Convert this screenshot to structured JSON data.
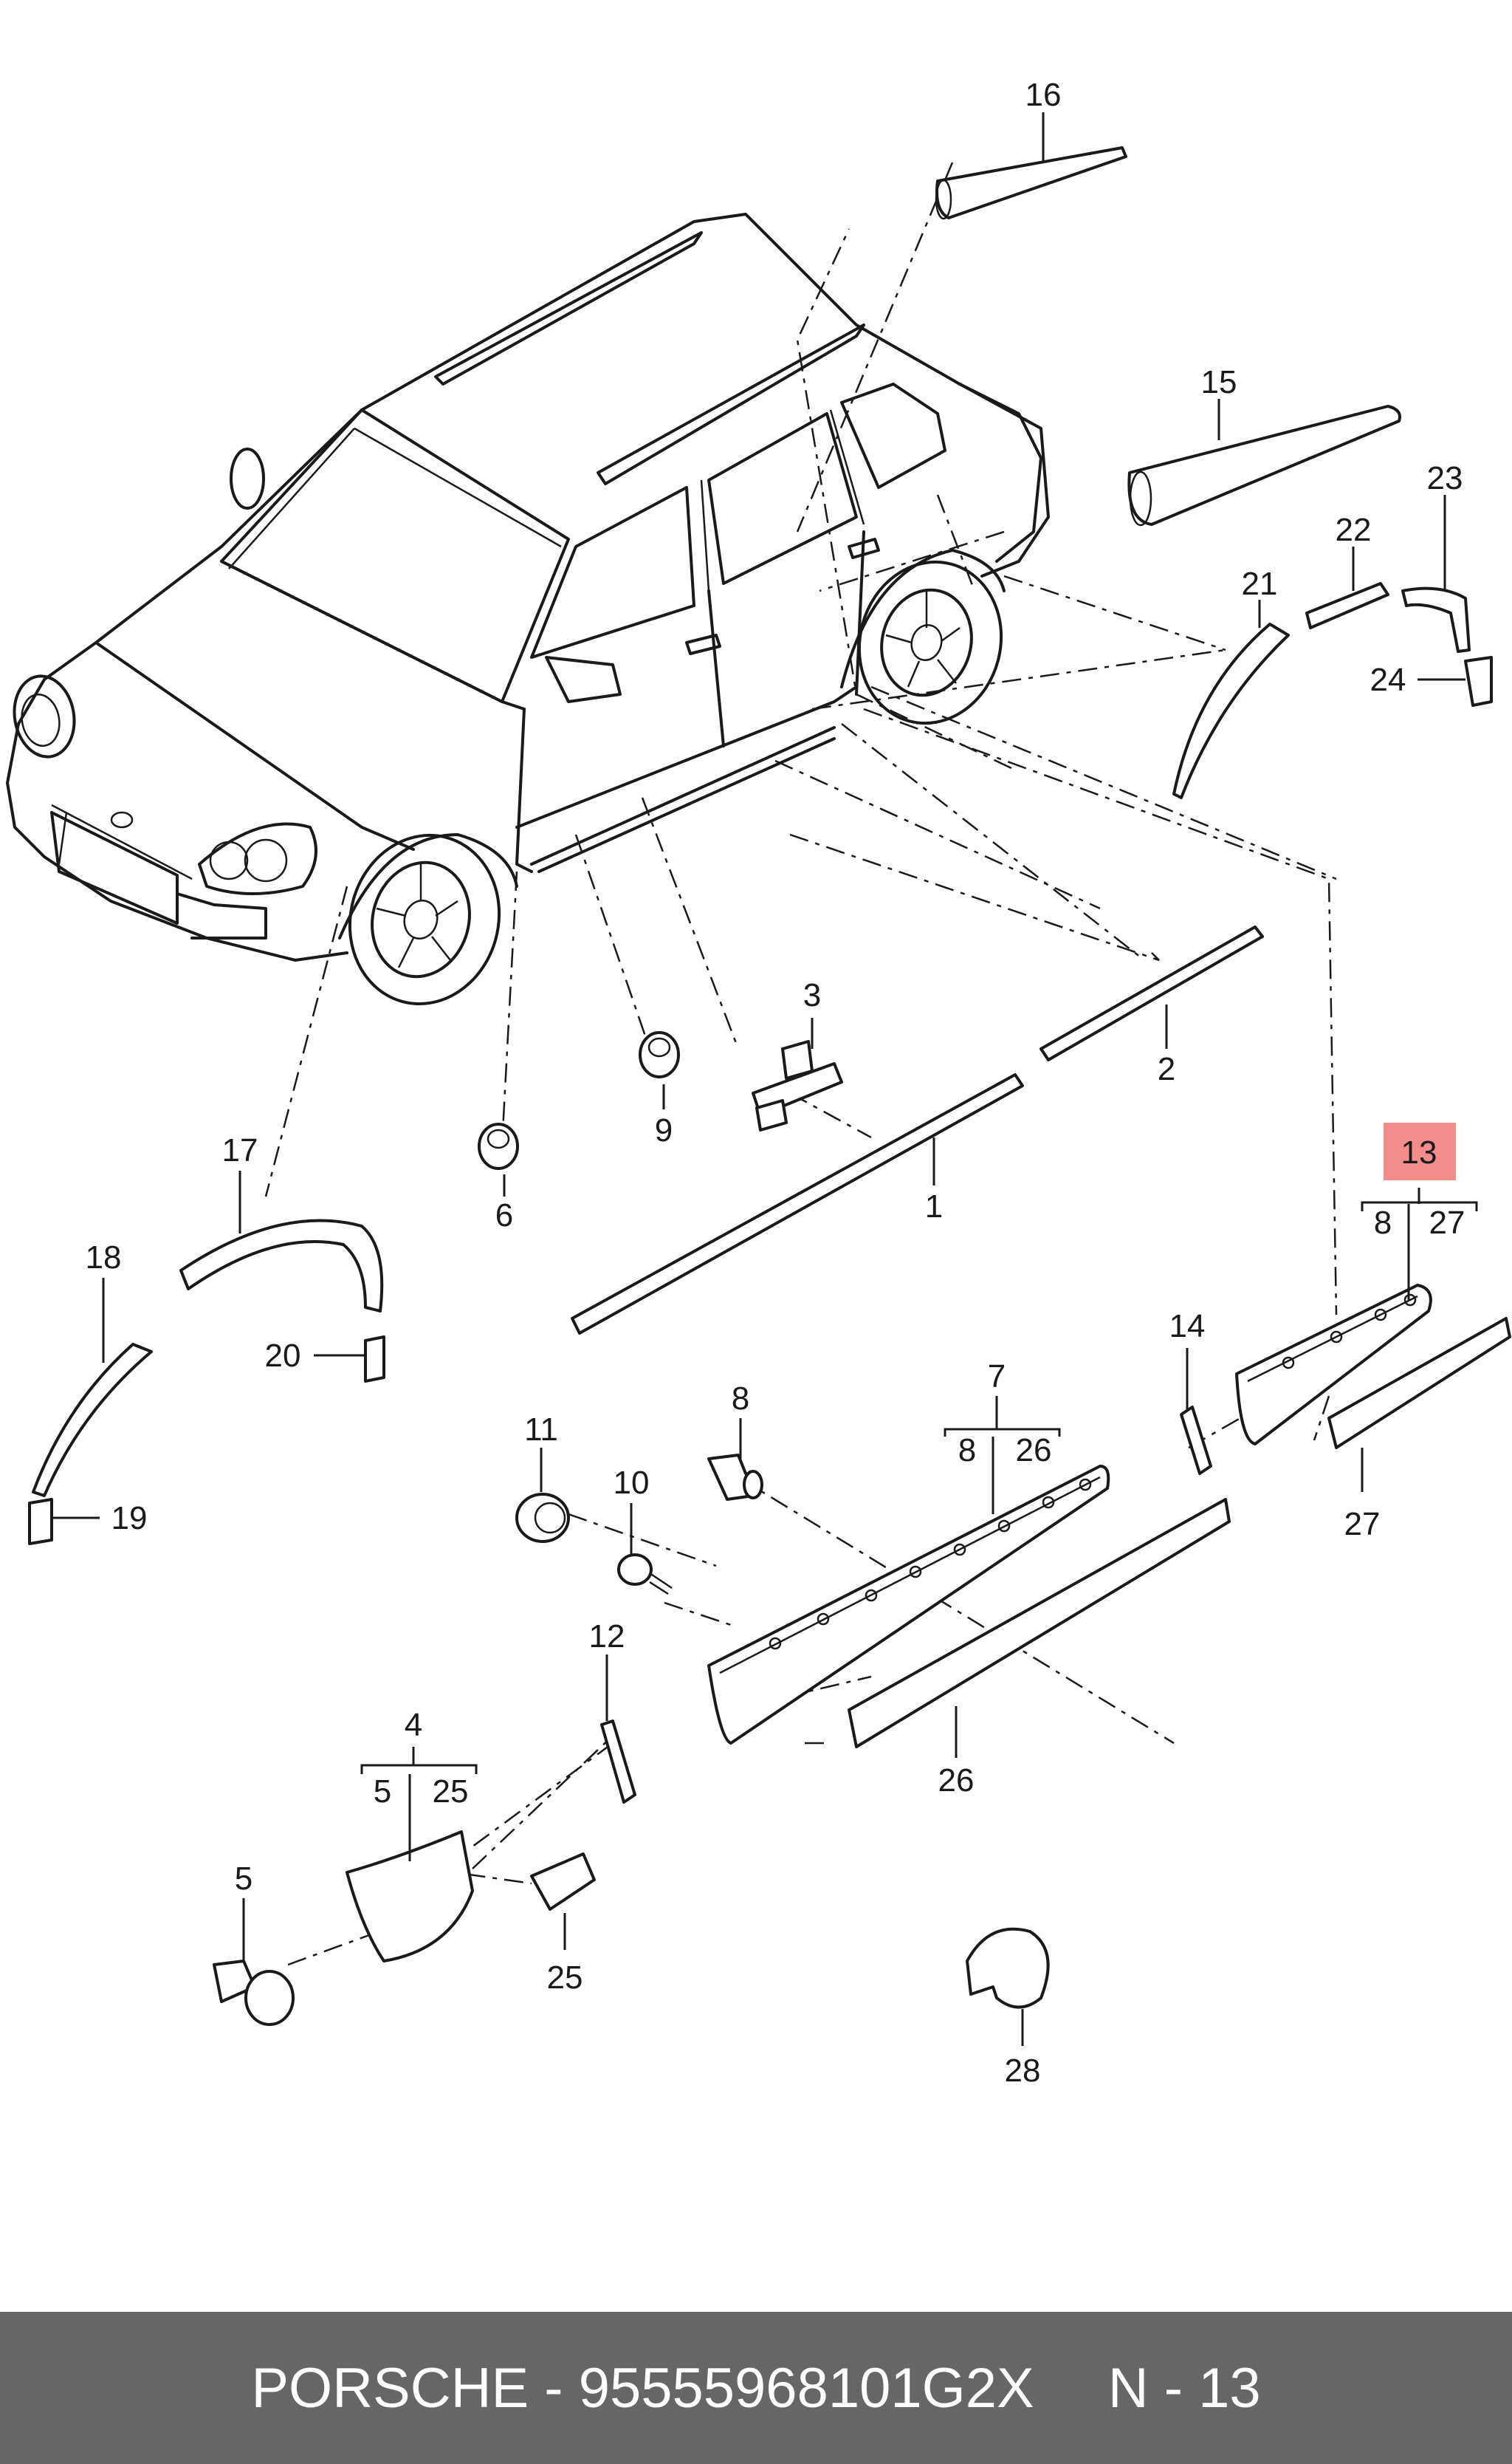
{
  "callouts": [
    {
      "id": "c1",
      "label": "1"
    },
    {
      "id": "c2",
      "label": "2"
    },
    {
      "id": "c3",
      "label": "3"
    },
    {
      "id": "c4",
      "label": "4",
      "sub": [
        "5",
        "25"
      ]
    },
    {
      "id": "c5",
      "label": "5"
    },
    {
      "id": "c6",
      "label": "6"
    },
    {
      "id": "c7",
      "label": "7",
      "sub": [
        "8",
        "26"
      ]
    },
    {
      "id": "c8",
      "label": "8"
    },
    {
      "id": "c9",
      "label": "9"
    },
    {
      "id": "c10",
      "label": "10"
    },
    {
      "id": "c11",
      "label": "11"
    },
    {
      "id": "c12",
      "label": "12"
    },
    {
      "id": "c13",
      "label": "13",
      "sub": [
        "8",
        "27"
      ],
      "highlight": "#f48c8c"
    },
    {
      "id": "c14",
      "label": "14"
    },
    {
      "id": "c15",
      "label": "15"
    },
    {
      "id": "c16",
      "label": "16"
    },
    {
      "id": "c17",
      "label": "17"
    },
    {
      "id": "c18",
      "label": "18"
    },
    {
      "id": "c19",
      "label": "19"
    },
    {
      "id": "c20",
      "label": "20"
    },
    {
      "id": "c21",
      "label": "21"
    },
    {
      "id": "c22",
      "label": "22"
    },
    {
      "id": "c23",
      "label": "23"
    },
    {
      "id": "c24",
      "label": "24"
    },
    {
      "id": "c25",
      "label": "25"
    },
    {
      "id": "c26",
      "label": "26"
    },
    {
      "id": "c27",
      "label": "27"
    },
    {
      "id": "c28",
      "label": "28"
    }
  ],
  "footer": {
    "text": "PORSCHE - 95555968101G2X",
    "page": "N - 13",
    "background": "#666666"
  }
}
